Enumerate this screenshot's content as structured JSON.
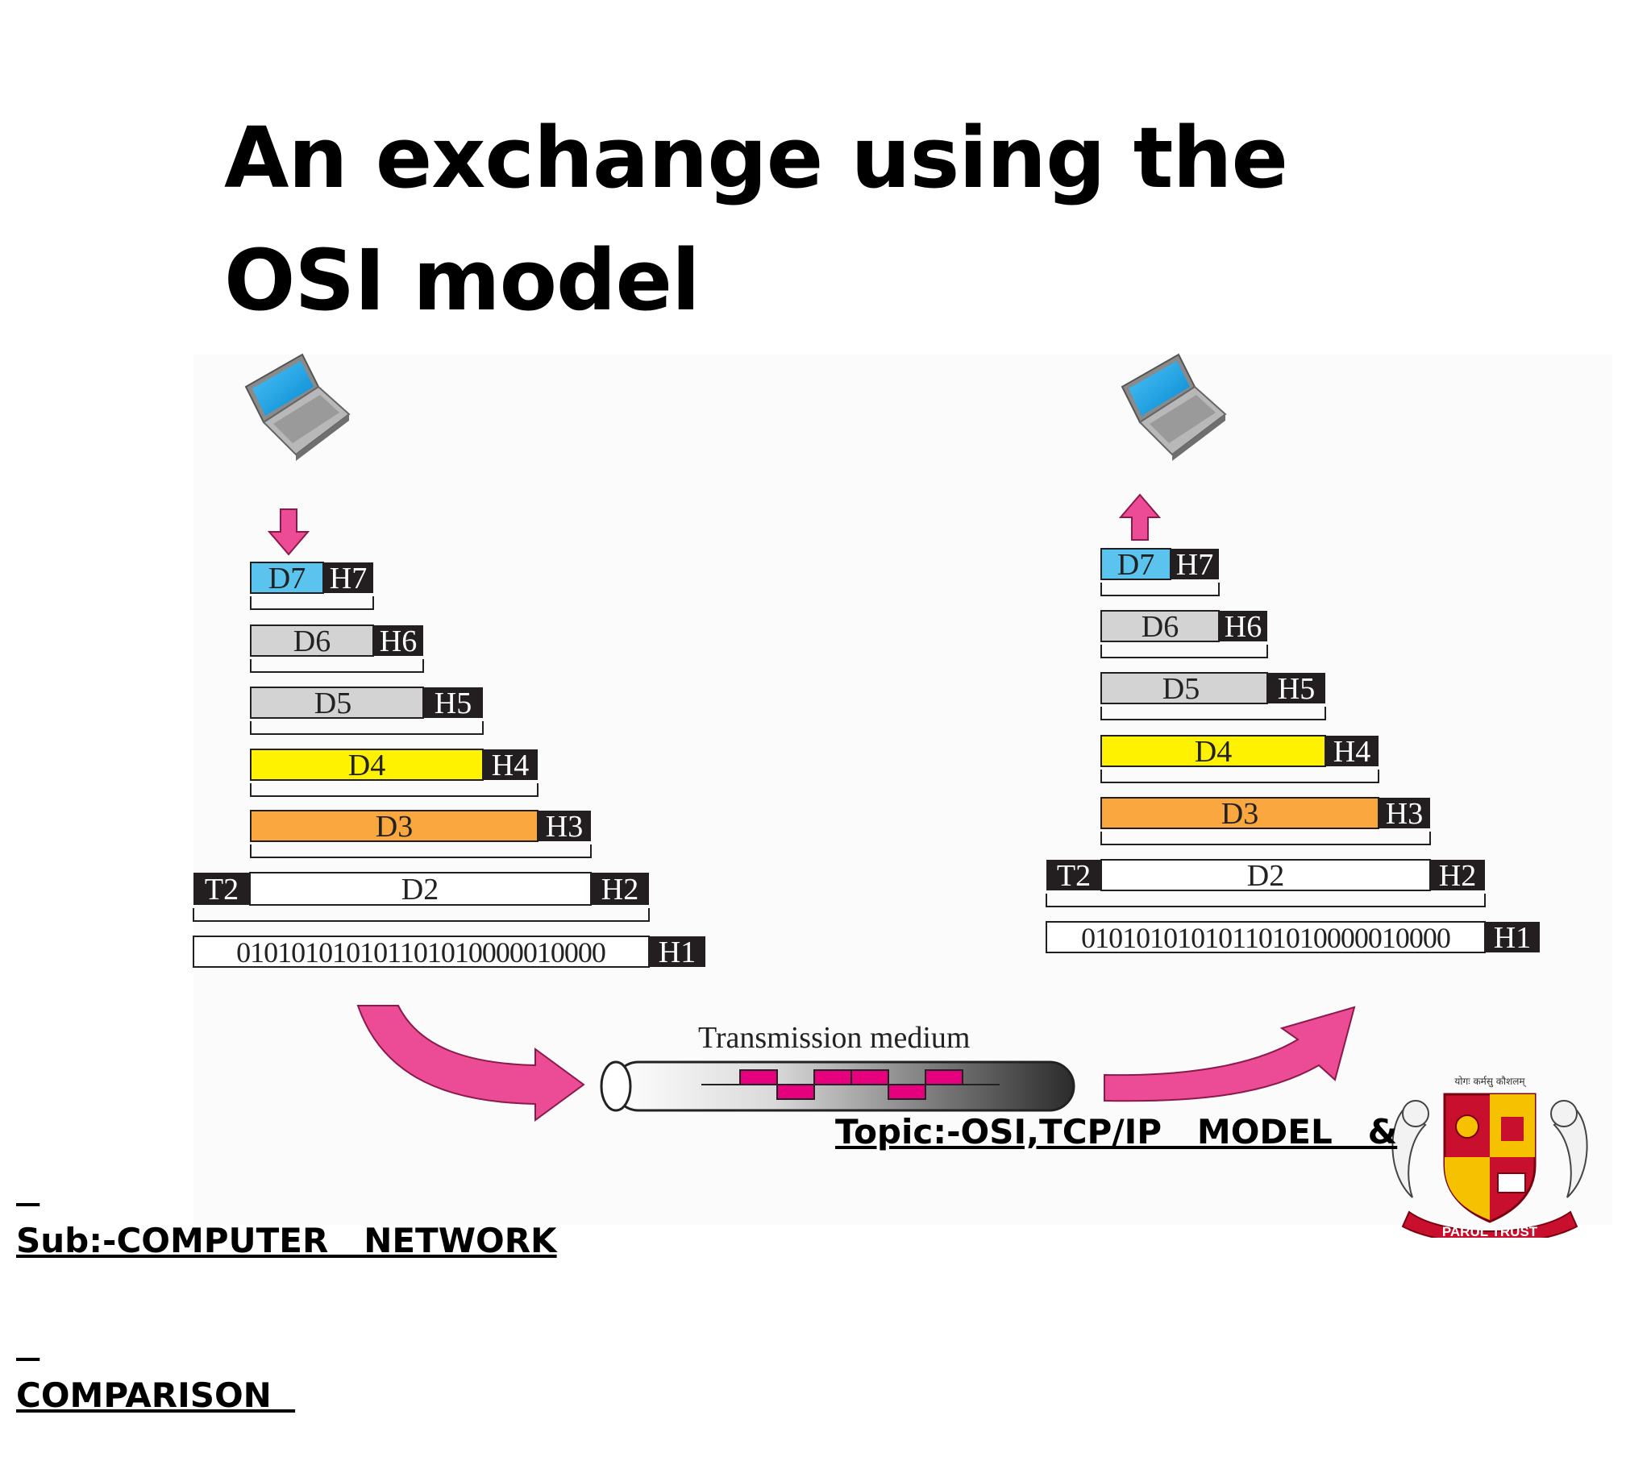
{
  "title_line1": "An exchange using the",
  "title_line2": "OSI model",
  "sender": {
    "layers": [
      {
        "data": "D7",
        "header": "H7",
        "color": "#5bc4ee"
      },
      {
        "data": "D6",
        "header": "H6",
        "color": "#d3d3d3"
      },
      {
        "data": "D5",
        "header": "H5",
        "color": "#d3d3d3"
      },
      {
        "data": "D4",
        "header": "H4",
        "color": "#fff200"
      },
      {
        "data": "D3",
        "header": "H3",
        "color": "#f9a73e"
      },
      {
        "data": "D2",
        "header": "H2",
        "trailer": "T2",
        "color": "#ffffff"
      }
    ],
    "bits": "010101010101101010000010000",
    "bits_header": "H1"
  },
  "receiver": {
    "layers": [
      {
        "data": "D7",
        "header": "H7",
        "color": "#5bc4ee"
      },
      {
        "data": "D6",
        "header": "H6",
        "color": "#d3d3d3"
      },
      {
        "data": "D5",
        "header": "H5",
        "color": "#d3d3d3"
      },
      {
        "data": "D4",
        "header": "H4",
        "color": "#fff200"
      },
      {
        "data": "D3",
        "header": "H3",
        "color": "#f9a73e"
      },
      {
        "data": "D2",
        "header": "H2",
        "trailer": "T2",
        "color": "#ffffff"
      }
    ],
    "bits": "010101010101101010000010000",
    "bits_header": "H1"
  },
  "medium_label": "Transmission medium",
  "footer": {
    "subject_line1": "Sub:-COMPUTER   NETWORK",
    "subject_line2": "COMPARISON  ",
    "topic": "Topic:-OSI,TCP/IP   MODEL   &"
  },
  "logo": {
    "banner_text": "PARUL TRUST",
    "motto": "योगः कर्मसु कौशलम्"
  },
  "colors": {
    "arrow_pink": "#ec4c95",
    "header_black": "#231f20",
    "signal_magenta": "#e6007e"
  }
}
